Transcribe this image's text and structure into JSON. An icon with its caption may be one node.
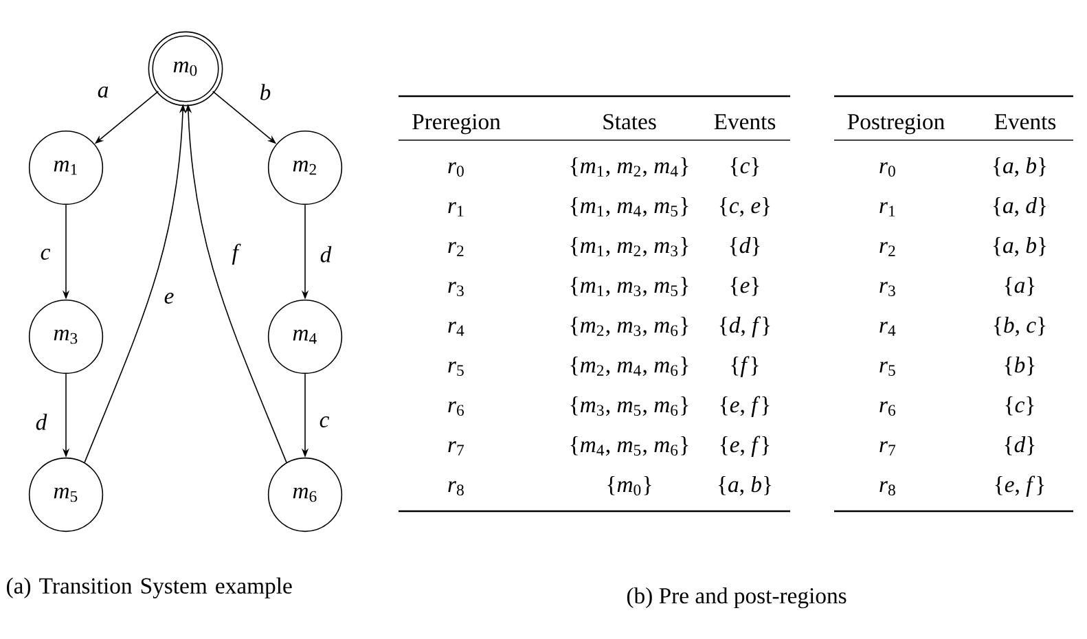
{
  "diagram": {
    "nodes": [
      {
        "text": [
          "*m*$_{0}$"
        ]
      },
      {
        "text": [
          "*m*$_{1}$"
        ]
      },
      {
        "text": [
          "*m*$_{2}$"
        ]
      },
      {
        "text": [
          "*m*$_{3}$"
        ]
      },
      {
        "text": [
          "*m*$_{4}$"
        ]
      },
      {
        "text": [
          "*m*$_{5}$"
        ]
      },
      {
        "text": [
          "*m*$_{6}$"
        ]
      }
    ],
    "edges": [
      {
        "from": 0,
        "to": 1,
        "arrow": "to",
        "label": "*a*"
      },
      {
        "from": 0,
        "to": 2,
        "arrow": "to",
        "label": "*b*"
      },
      {
        "from": 1,
        "to": 3,
        "arrow": "to",
        "label": "*c*"
      },
      {
        "from": 2,
        "to": 4,
        "arrow": "to",
        "label": "*d*"
      },
      {
        "from": 3,
        "to": 5,
        "arrow": "to",
        "label": "*d*"
      },
      {
        "from": 4,
        "to": 6,
        "arrow": "to",
        "label": "*c*"
      },
      {
        "from": 5,
        "to": 0,
        "arrow": "to",
        "label": "*e*"
      },
      {
        "from": 6,
        "to": 0,
        "arrow": "to",
        "label": "*f*"
      }
    ],
    "labels": [
      "Preregion",
      "States",
      "Events",
      "*r*$_{0}$",
      "{*m*$_{1}$, *m*$_{2}$, *m*$_{4}$}",
      "{*c*}",
      "*r*$_{1}$",
      "{*m*$_{1}$, *m*$_{4}$, *m*$_{5}$}",
      "{*c*, *e*}",
      "*r*$_{2}$",
      "{*m*$_{1}$, *m*$_{2}$, *m*$_{3}$}",
      "{*d*}",
      "*r*$_{3}$",
      "{*m*$_{1}$, *m*$_{3}$, *m*$_{5}$}",
      "{*e*}",
      "*r*$_{4}$",
      "{*m*$_{2}$, *m*$_{3}$, *m*$_{6}$}",
      "{*d*, *f*}",
      "*r*$_{5}$",
      "{*m*$_{2}$, *m*$_{4}$, *m*$_{6}$}",
      "{*f*}",
      "*r*$_{6}$",
      "{*m*$_{3}$, *m*$_{5}$, *m*$_{6}$}",
      "{*e*, *f*}",
      "*r*$_{7}$",
      "{*m*$_{4}$, *m*$_{5}$, *m*$_{6}$}",
      "{*e*, *f*}",
      "*r*$_{8}$",
      "{*m*$_{0}$}",
      "{*a*, *b*}",
      "Postregion",
      "Events",
      "*r*$_{0}$",
      "{*a*, *b*}",
      "*r*$_{1}$",
      "{*a*, *d*}",
      "*r*$_{2}$",
      "{*a*, *b*}",
      "*r*$_{3}$",
      "{*a*}",
      "*r*$_{4}$",
      "{*b*, *c*}",
      "*r*$_{5}$",
      "{*b*}",
      "*r*$_{6}$",
      "{*c*}",
      "*r*$_{7}$",
      "{*d*}",
      "*r*$_{8}$",
      "{*e*, *f*}",
      "(a) Transition System example",
      "(b) Pre and post-regions"
    ]
  }
}
